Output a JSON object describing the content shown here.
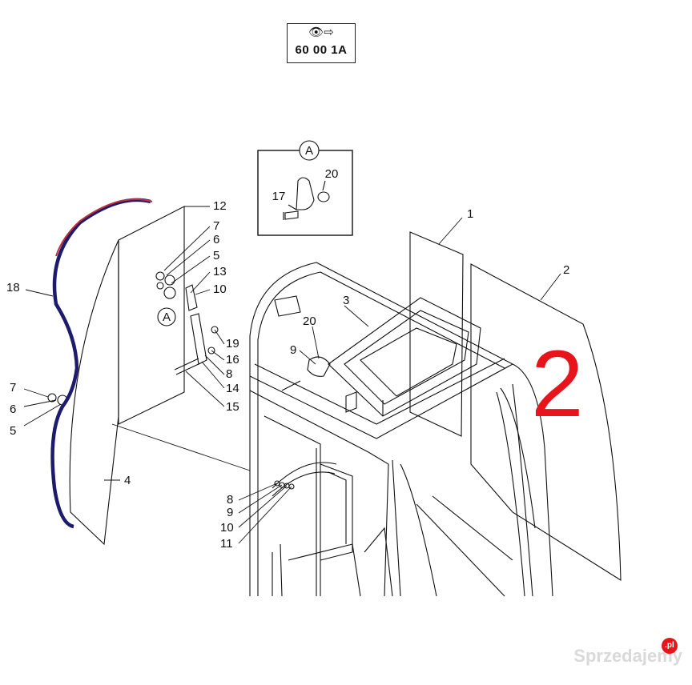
{
  "reference": {
    "icons": "👁⇨",
    "code": "60 00 1A"
  },
  "detail_label": "A",
  "detail_callouts": {
    "c17": "17",
    "c20": "20"
  },
  "callouts": {
    "c1": "1",
    "c2": "2",
    "c3": "3",
    "c4": "4",
    "c12": "12",
    "c7a": "7",
    "c6a": "6",
    "c5a": "5",
    "c13": "13",
    "c10a": "10",
    "cA": "A",
    "c19": "19",
    "c16": "16",
    "c8a": "8",
    "c14": "14",
    "c15": "15",
    "c18": "18",
    "c7b": "7",
    "c6b": "6",
    "c5b": "5",
    "c20": "20",
    "c9a": "9",
    "c8b": "8",
    "c9b": "9",
    "c10b": "10",
    "c11": "11"
  },
  "highlight_number": "2",
  "watermark": {
    "text": "Sprzedajemy",
    "badge": ".pl"
  }
}
